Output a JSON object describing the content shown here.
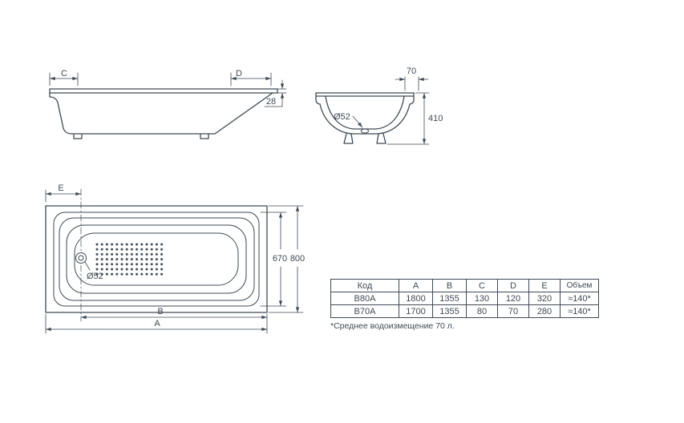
{
  "colors": {
    "line": "#3e4a55",
    "text": "#3e4a55",
    "background": "#ffffff"
  },
  "side_view": {
    "label_c": "C",
    "label_d": "D",
    "label_28": "28"
  },
  "end_view": {
    "label_70": "70",
    "label_410": "410",
    "label_drain": "Ø52"
  },
  "plan_view": {
    "label_e": "E",
    "label_drain": "Ø52",
    "label_670": "670",
    "label_800": "800",
    "label_b": "B",
    "label_a": "A"
  },
  "table": {
    "headers": [
      "Код",
      "A",
      "B",
      "C",
      "D",
      "E",
      "Объем"
    ],
    "rows": [
      [
        "B80A",
        "1800",
        "1355",
        "130",
        "120",
        "320",
        "≈140*"
      ],
      [
        "B70A",
        "1700",
        "1355",
        "80",
        "70",
        "280",
        "≈140*"
      ]
    ]
  },
  "footnote": "*Среднее водоизмещение 70 л."
}
